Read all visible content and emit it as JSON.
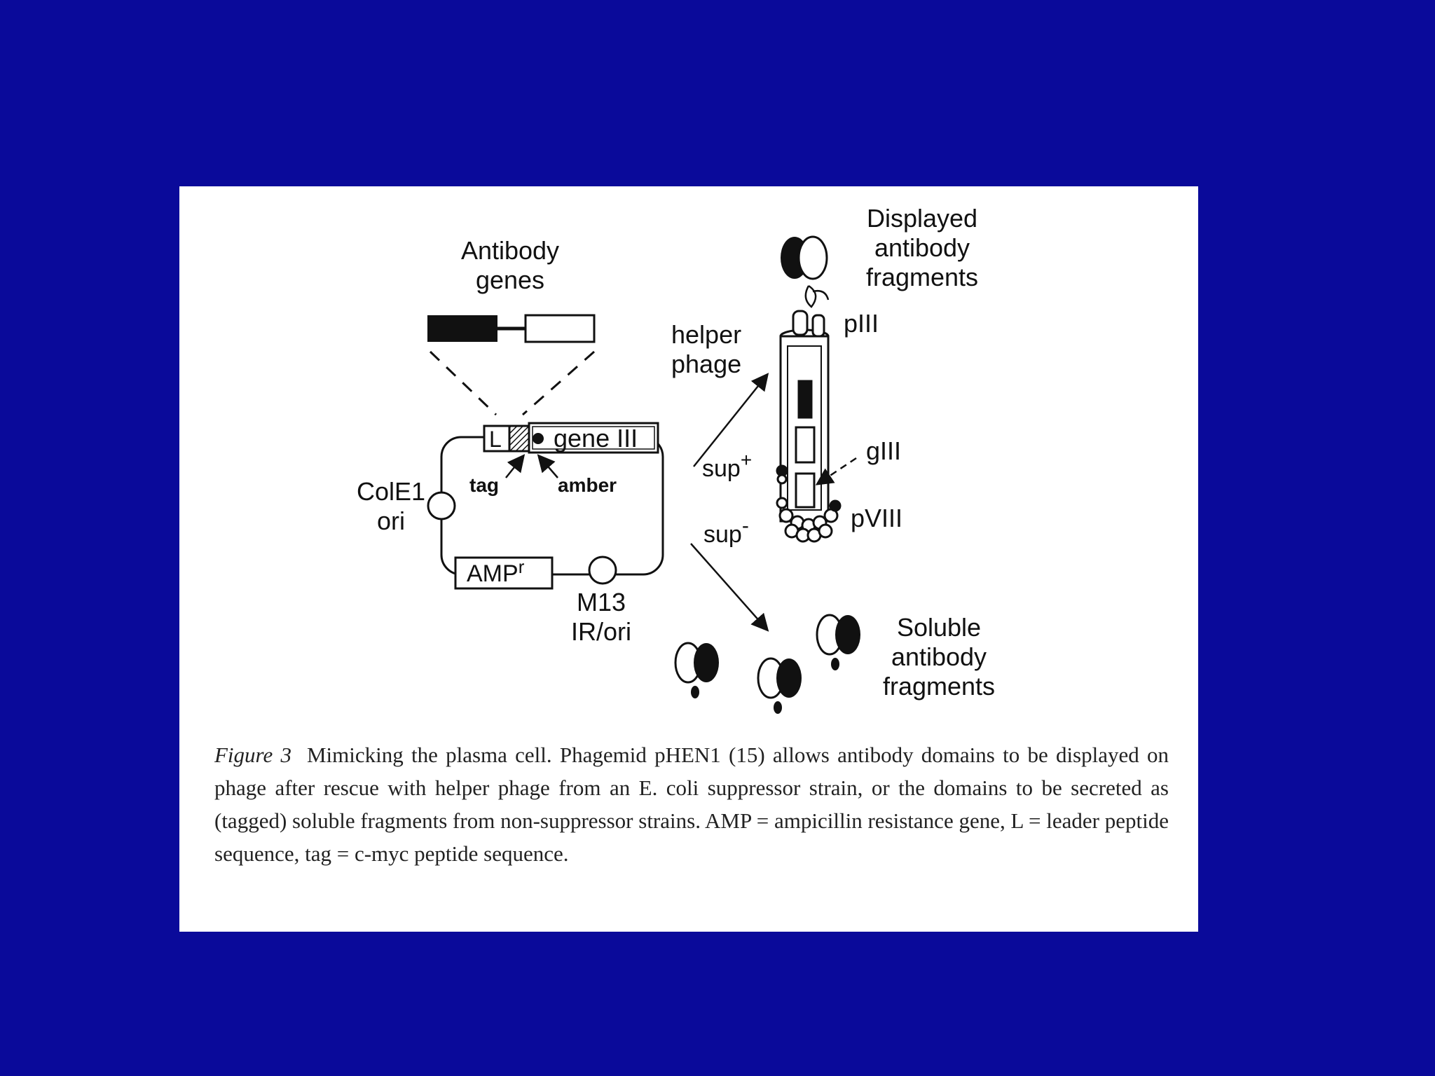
{
  "colors": {
    "background": "#0a0a9a",
    "panel": "#ffffff",
    "ink": "#111111"
  },
  "diagram": {
    "antibody_genes": [
      "Antibody",
      "genes"
    ],
    "vector_label_L": "L",
    "gene_iii": "gene III",
    "tag": "tag",
    "amber": "amber",
    "cole1": [
      "ColE1",
      "ori"
    ],
    "amp": "AMP",
    "amp_sup": "r",
    "m13": [
      "M13",
      "IR/ori"
    ],
    "helper_phage": [
      "helper",
      "phage"
    ],
    "sup_plus": "sup",
    "sup_plus_sign": "+",
    "sup_minus": "sup",
    "sup_minus_sign": "-",
    "displayed": [
      "Displayed",
      "antibody",
      "fragments"
    ],
    "piii": "pIII",
    "giii": "gIII",
    "pviii": "pVIII",
    "soluble": [
      "Soluble",
      "antibody",
      "fragments"
    ]
  },
  "caption": {
    "label": "Figure 3",
    "text": "Mimicking the plasma cell. Phagemid pHEN1 (15) allows antibody domains to be displayed on phage after rescue with helper phage from an E. coli suppressor strain, or the domains to be secreted as (tagged) soluble fragments from non-suppressor strains. AMP = ampicillin resistance gene, L = leader peptide sequence, tag = c-myc peptide sequence."
  }
}
